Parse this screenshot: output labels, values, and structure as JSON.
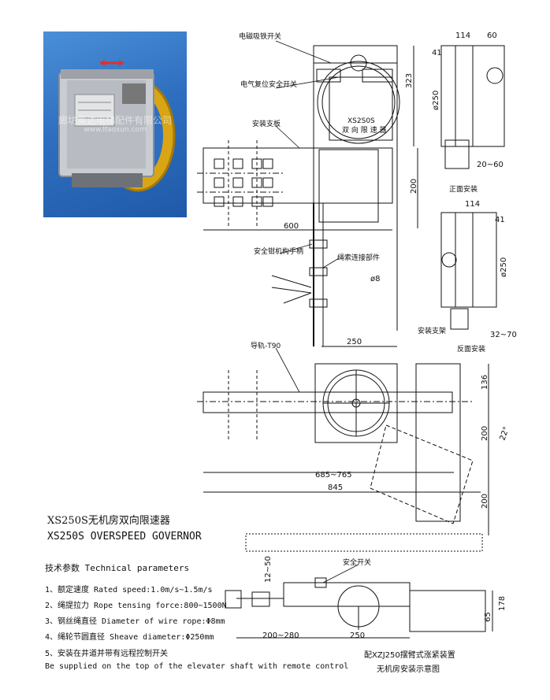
{
  "photo": {
    "watermark_cn": "廊坊奥达电梯配件有限公司",
    "watermark_url": "www.lfaoxun.com"
  },
  "labels": {
    "electromagnet_switch": "电磁吸铁开关",
    "electric_reset_switch": "电气复位安全开关",
    "mount_plate": "安装支板",
    "nameplate_l1": "XS2S0S",
    "nameplate_l2": "双 向 限 速 器",
    "safety_lever": "安全钳机构手柄",
    "rope_connector": "绳索连接部件",
    "guide_rail": "导轨-T90",
    "front_install": "正面安装",
    "install_bracket": "安装支架",
    "reverse_install": "反面安装",
    "safety_switch": "安全开关"
  },
  "dimensions": {
    "d114_top": "114",
    "d60": "60",
    "d41_top": "41",
    "d323": "323",
    "d250_top": "ø250",
    "d20_60": "20~60",
    "d200_mid": "200",
    "d600": "600",
    "d114_mid": "114",
    "d41_mid": "41",
    "d250_mid": "ø250",
    "d32_70": "32~70",
    "d8": "ø8",
    "d250_h": "250",
    "d136": "136",
    "d200_r": "200",
    "d22": "22°",
    "d685_765": "685~765",
    "d845": "845",
    "d200_low": "200",
    "d12_50": "12~50",
    "d178": "178",
    "d65": "65",
    "d200_280": "200~280",
    "d250_bottom": "250"
  },
  "title": {
    "cn": "XS250S无机房双向限速器",
    "en": "XS250S OVERSPEED GOVERNOR"
  },
  "tech": {
    "heading": "技术参数 Technical parameters",
    "items": [
      "1、额定速度 Rated speed:1.0m/s~1.5m/s",
      "2、绳提拉力 Rope tensing force:800~1500N",
      "3、钢丝绳直径 Diameter of wire rope:Φ8mm",
      "4、绳轮节圆直径 Sheave diameter:Φ250mm",
      "5、安装在井道并带有远程控制开关",
      "Be supplied on the top of the elevater shaft with remote control"
    ]
  },
  "captions": {
    "bottom1": "配XZJ250摆臂式涨紧装置",
    "bottom2": "无机房安装示意图"
  }
}
